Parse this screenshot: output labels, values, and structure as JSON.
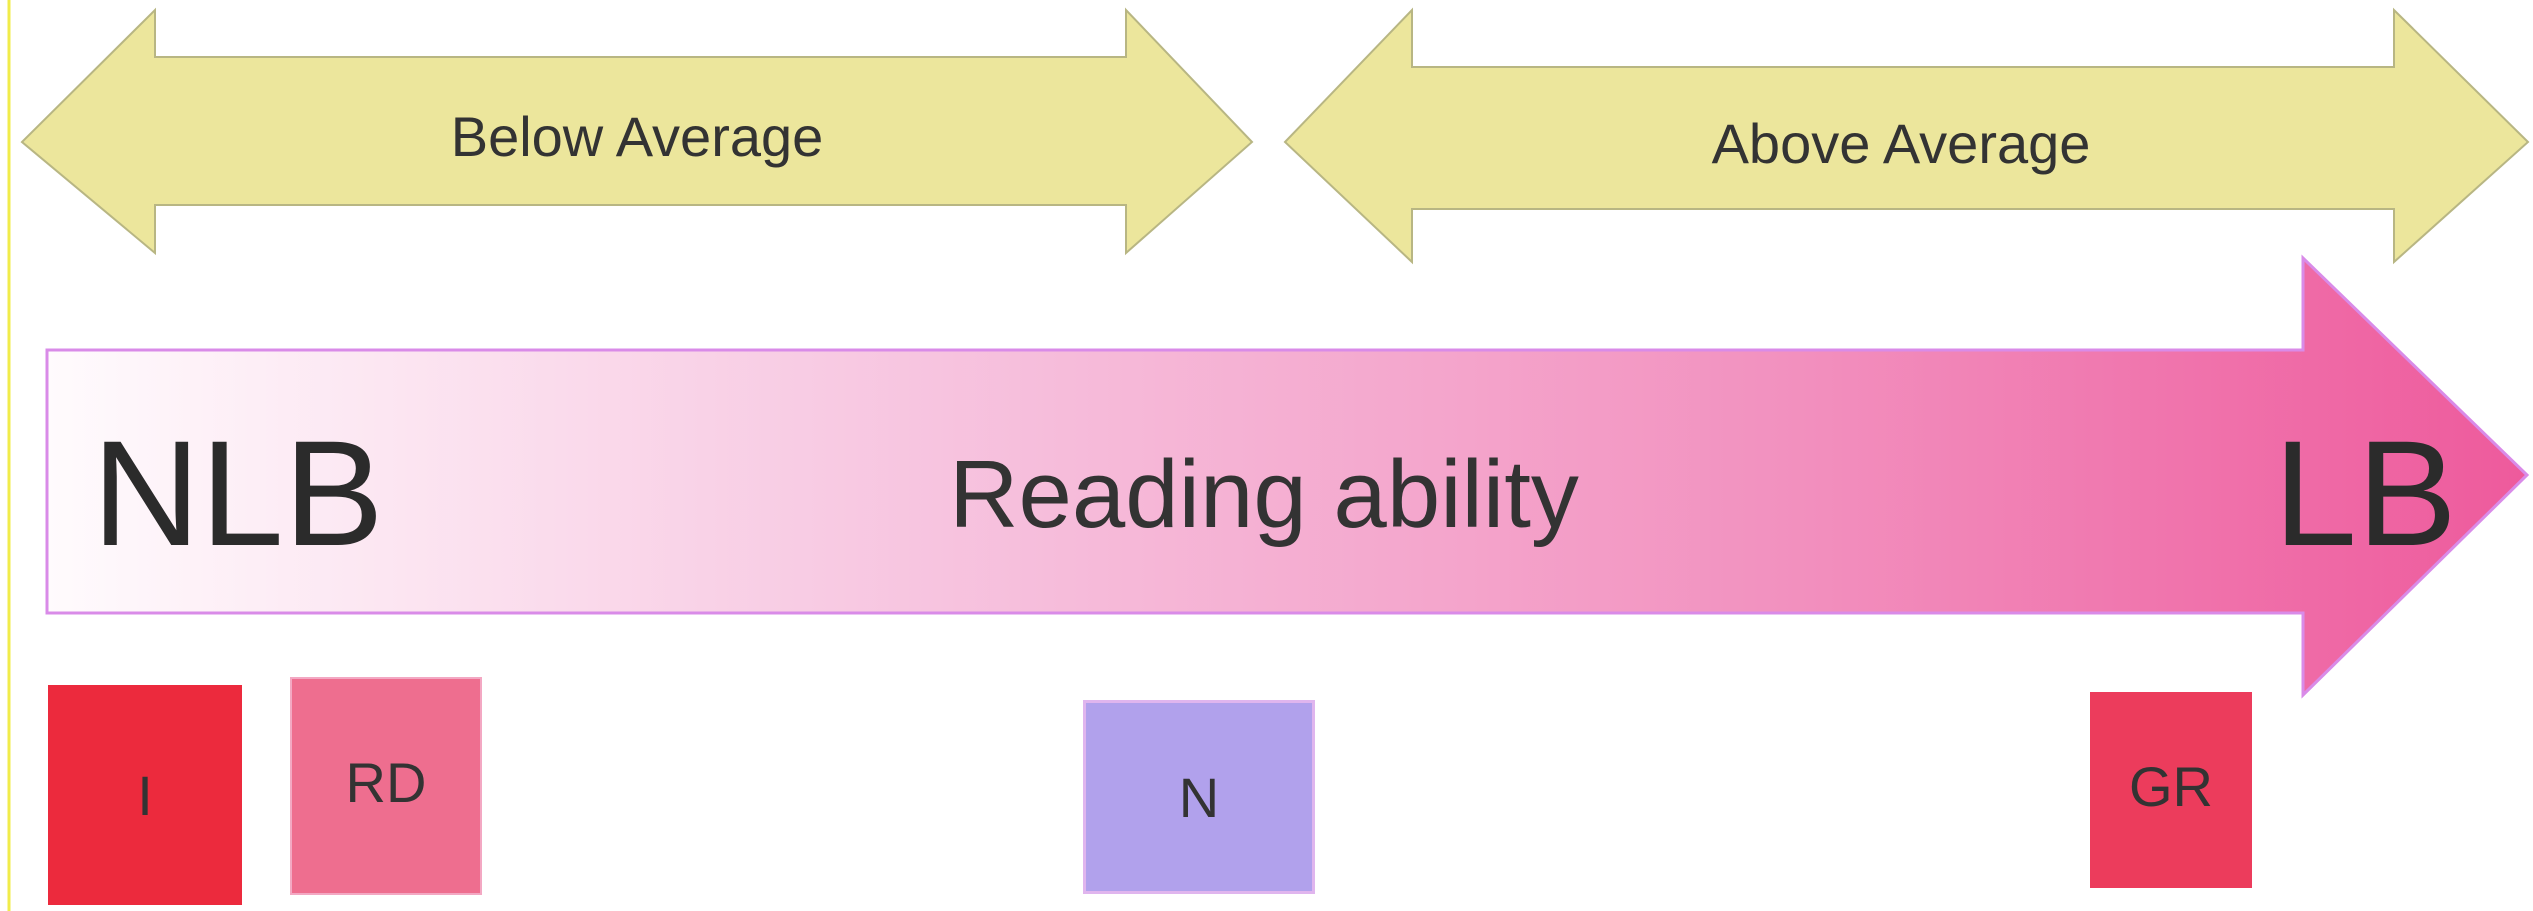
{
  "ranges": {
    "below": "Below Average",
    "above": "Above Average"
  },
  "ability_arrow": {
    "left_label": "NLB",
    "center_label": "Reading ability",
    "right_label": "LB"
  },
  "groups": [
    {
      "label": "I",
      "color": "#ec2a3d"
    },
    {
      "label": "RD",
      "color": "#ee6e8f"
    },
    {
      "label": "N",
      "color": "#b1a1ec"
    },
    {
      "label": "GR",
      "color": "#ec3c5c"
    }
  ],
  "colors": {
    "range_arrow_fill": "#ece69c",
    "range_arrow_stroke": "#b8b683",
    "ability_gradient_start": "#fffbfd",
    "ability_gradient_end": "#ee5a9c",
    "left_rule": "#f1ec4a"
  }
}
